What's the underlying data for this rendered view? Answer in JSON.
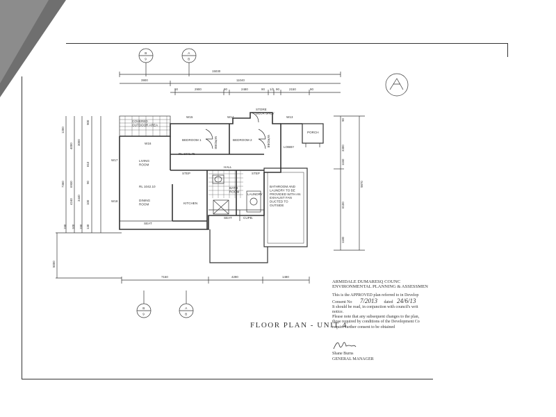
{
  "drawing": {
    "title": "FLOOR PLAN  -  UNIT 4",
    "markers": [
      {
        "letter": "B",
        "number": "9"
      },
      {
        "letter": "A",
        "number": "B"
      }
    ],
    "rooms": {
      "covered_area": "COVERED\nOUTDOOR AREA",
      "bedroom1": "BEDROOM 1",
      "bedroom2": "BEDROOM 2",
      "wrobe1": "W/ROBE",
      "wrobe2": "W/ROBE",
      "store": "STORE\nDECK SHEV",
      "porch": "PORCH",
      "lobby": "LOBBY",
      "hall": "HALL",
      "living": "LIVING\nROOM",
      "dining": "DINING\nROOM",
      "kitchen": "KITCHEN",
      "bath": "BATH\nROOM",
      "laundry": "LAUNDRY",
      "seat1": "SEAT",
      "seat2": "SEAT",
      "cupb": "CUPB.",
      "step1": "STEP",
      "step2": "STEP",
      "note": "BATHROOM AND\nLAUNDRY TO BE\nPROVIDED WITH AN\nEXHAUST FAN\nDUCTED TO\nOUTSIDE",
      "rl1": "RL 1041.75",
      "rl2": "RL 1042.10"
    },
    "window_tags": [
      "W15",
      "W14",
      "W13",
      "W16",
      "W17",
      "W18"
    ],
    "dims_top_overall": "15030",
    "dims_top_row2": [
      "3900",
      "11040"
    ],
    "dims_top_row3": [
      "90",
      "2900",
      "90",
      "2480",
      "90",
      "1/2",
      "90",
      "2150",
      "90"
    ],
    "dims_left": [
      "1200",
      "4000",
      "3000",
      "7360",
      "6930",
      "4240",
      "3440",
      "5000",
      "900",
      "810",
      "90",
      "100",
      "130",
      "150",
      "100",
      "150"
    ],
    "dims_right": [
      "3300",
      "1150",
      "6100",
      "9870",
      "1180",
      "90"
    ],
    "dims_bottom": [
      "7150",
      "4290",
      "1480"
    ]
  },
  "stamp": {
    "council": "ARMIDALE DUMARESQ COUNC",
    "dept": "ENVIRONMENTAL PLANNING & ASSESSMEN",
    "approved": "This is the APPROVED plan referred to in Develop",
    "consent_label": "Consent No",
    "consent_no": "7/2013",
    "dated_label": "dated",
    "dated": "24/6/13",
    "read": "It should be read, in conjunction with council's writ",
    "notice": "notice.",
    "note1": "Please note that any subsequent changes to the plan,",
    "note2": "those required by conditions of the Development Co",
    "note3": "require further consent to be obtained",
    "name": "Shane Burns",
    "position": "GENERAL MANAGER"
  }
}
